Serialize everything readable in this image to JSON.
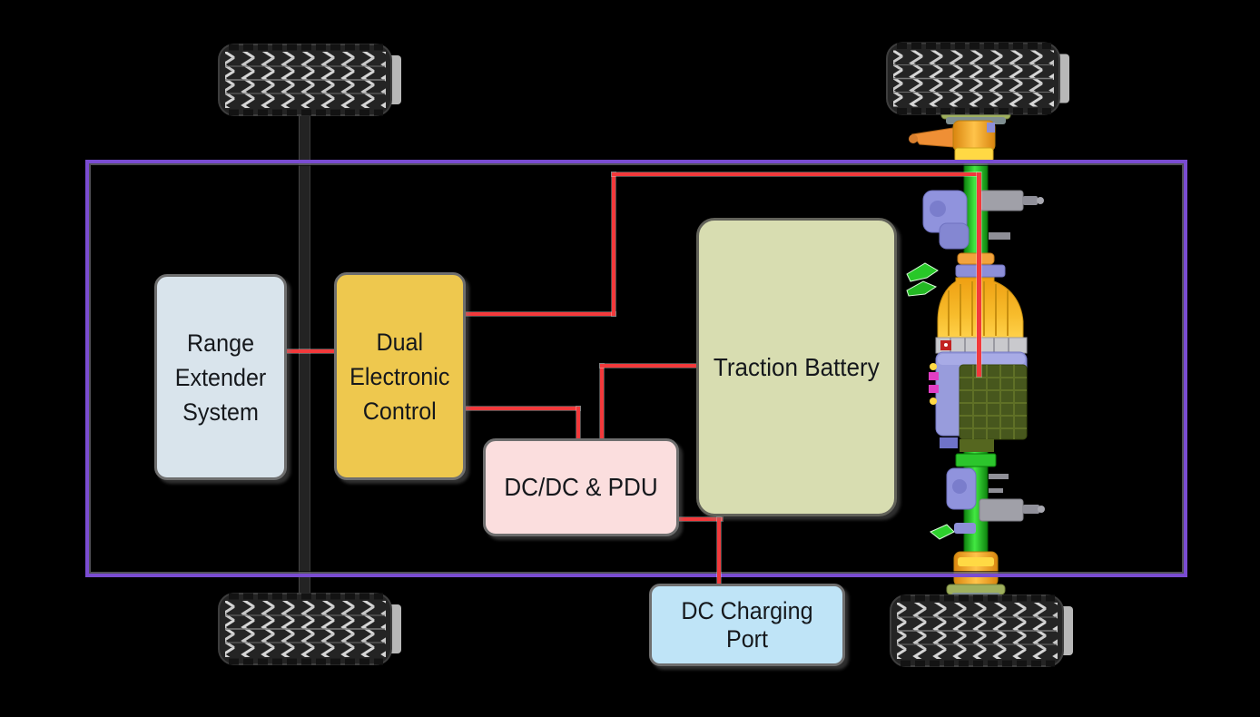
{
  "diagram_type": "range-extended electric vehicle powertrain layout",
  "colors": {
    "background": "#000000",
    "chassis_frame_purple": "#7a4cd2",
    "wire_red": "#f2393b",
    "box_border_gray": "#6e6e6e",
    "label_text": "#15181c",
    "range_extender_fill": "#d9e4ec",
    "dual_control_fill": "#eec84e",
    "traction_battery_fill": "#d8ddb1",
    "dcdc_pdu_fill": "#fbdede",
    "dc_charging_port_fill": "#bfe4f7",
    "axle_shaft_green": "#2fd32f",
    "motor_yellow": "#f5b623",
    "gearbox_lavender": "#989cdc",
    "inverter_olive": "#47571d",
    "hub_orange": "#f7a61f",
    "tire_black": "#242424",
    "tread_gray": "#d6d6d6"
  },
  "boxes": {
    "range_extender_system": {
      "lines": [
        "Range",
        "Extender",
        "System"
      ]
    },
    "dual_electronic_control": {
      "lines": [
        "Dual",
        "Electronic",
        "Control"
      ]
    },
    "traction_battery": {
      "label": "Traction Battery"
    },
    "dcdc_pdu": {
      "label": "DC/DC & PDU"
    },
    "dc_charging_port": {
      "label": "DC Charging Port"
    }
  },
  "connections": [
    {
      "from": "range_extender_system",
      "to": "dual_electronic_control"
    },
    {
      "from": "dual_electronic_control",
      "to": "rear_e_axle_drive_unit"
    },
    {
      "from": "dual_electronic_control",
      "to": "dcdc_pdu"
    },
    {
      "from": "dcdc_pdu",
      "to": "traction_battery"
    },
    {
      "from": "dcdc_pdu",
      "to": "dc_charging_port"
    }
  ],
  "icons": {
    "tires": [
      "tire-front-left",
      "tire-front-right",
      "tire-rear-left",
      "tire-rear-right"
    ],
    "e_axle": "rear-e-axle-drive-unit",
    "front_axle": "front-axle-line",
    "chassis": "chassis-frame"
  }
}
